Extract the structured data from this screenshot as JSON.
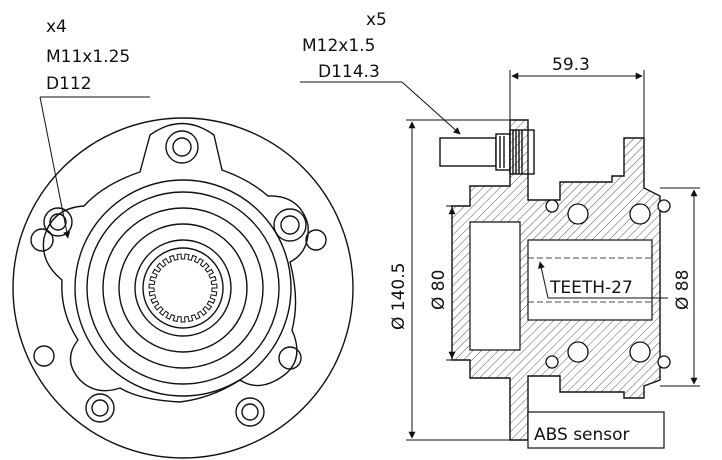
{
  "front_view": {
    "bolt_count": "x4",
    "thread": "M11x1.25",
    "pcd": "D112"
  },
  "side_view": {
    "stud_count": "x5",
    "stud_thread": "M12x1.5",
    "stud_pcd": "D114.3",
    "width_dim": "59.3",
    "flange_diameter": "Ø 140.5",
    "pilot_diameter": "Ø 80",
    "bearing_diameter": "Ø 88",
    "teeth_label": "TEETH-27",
    "abs_label": "ABS sensor"
  }
}
